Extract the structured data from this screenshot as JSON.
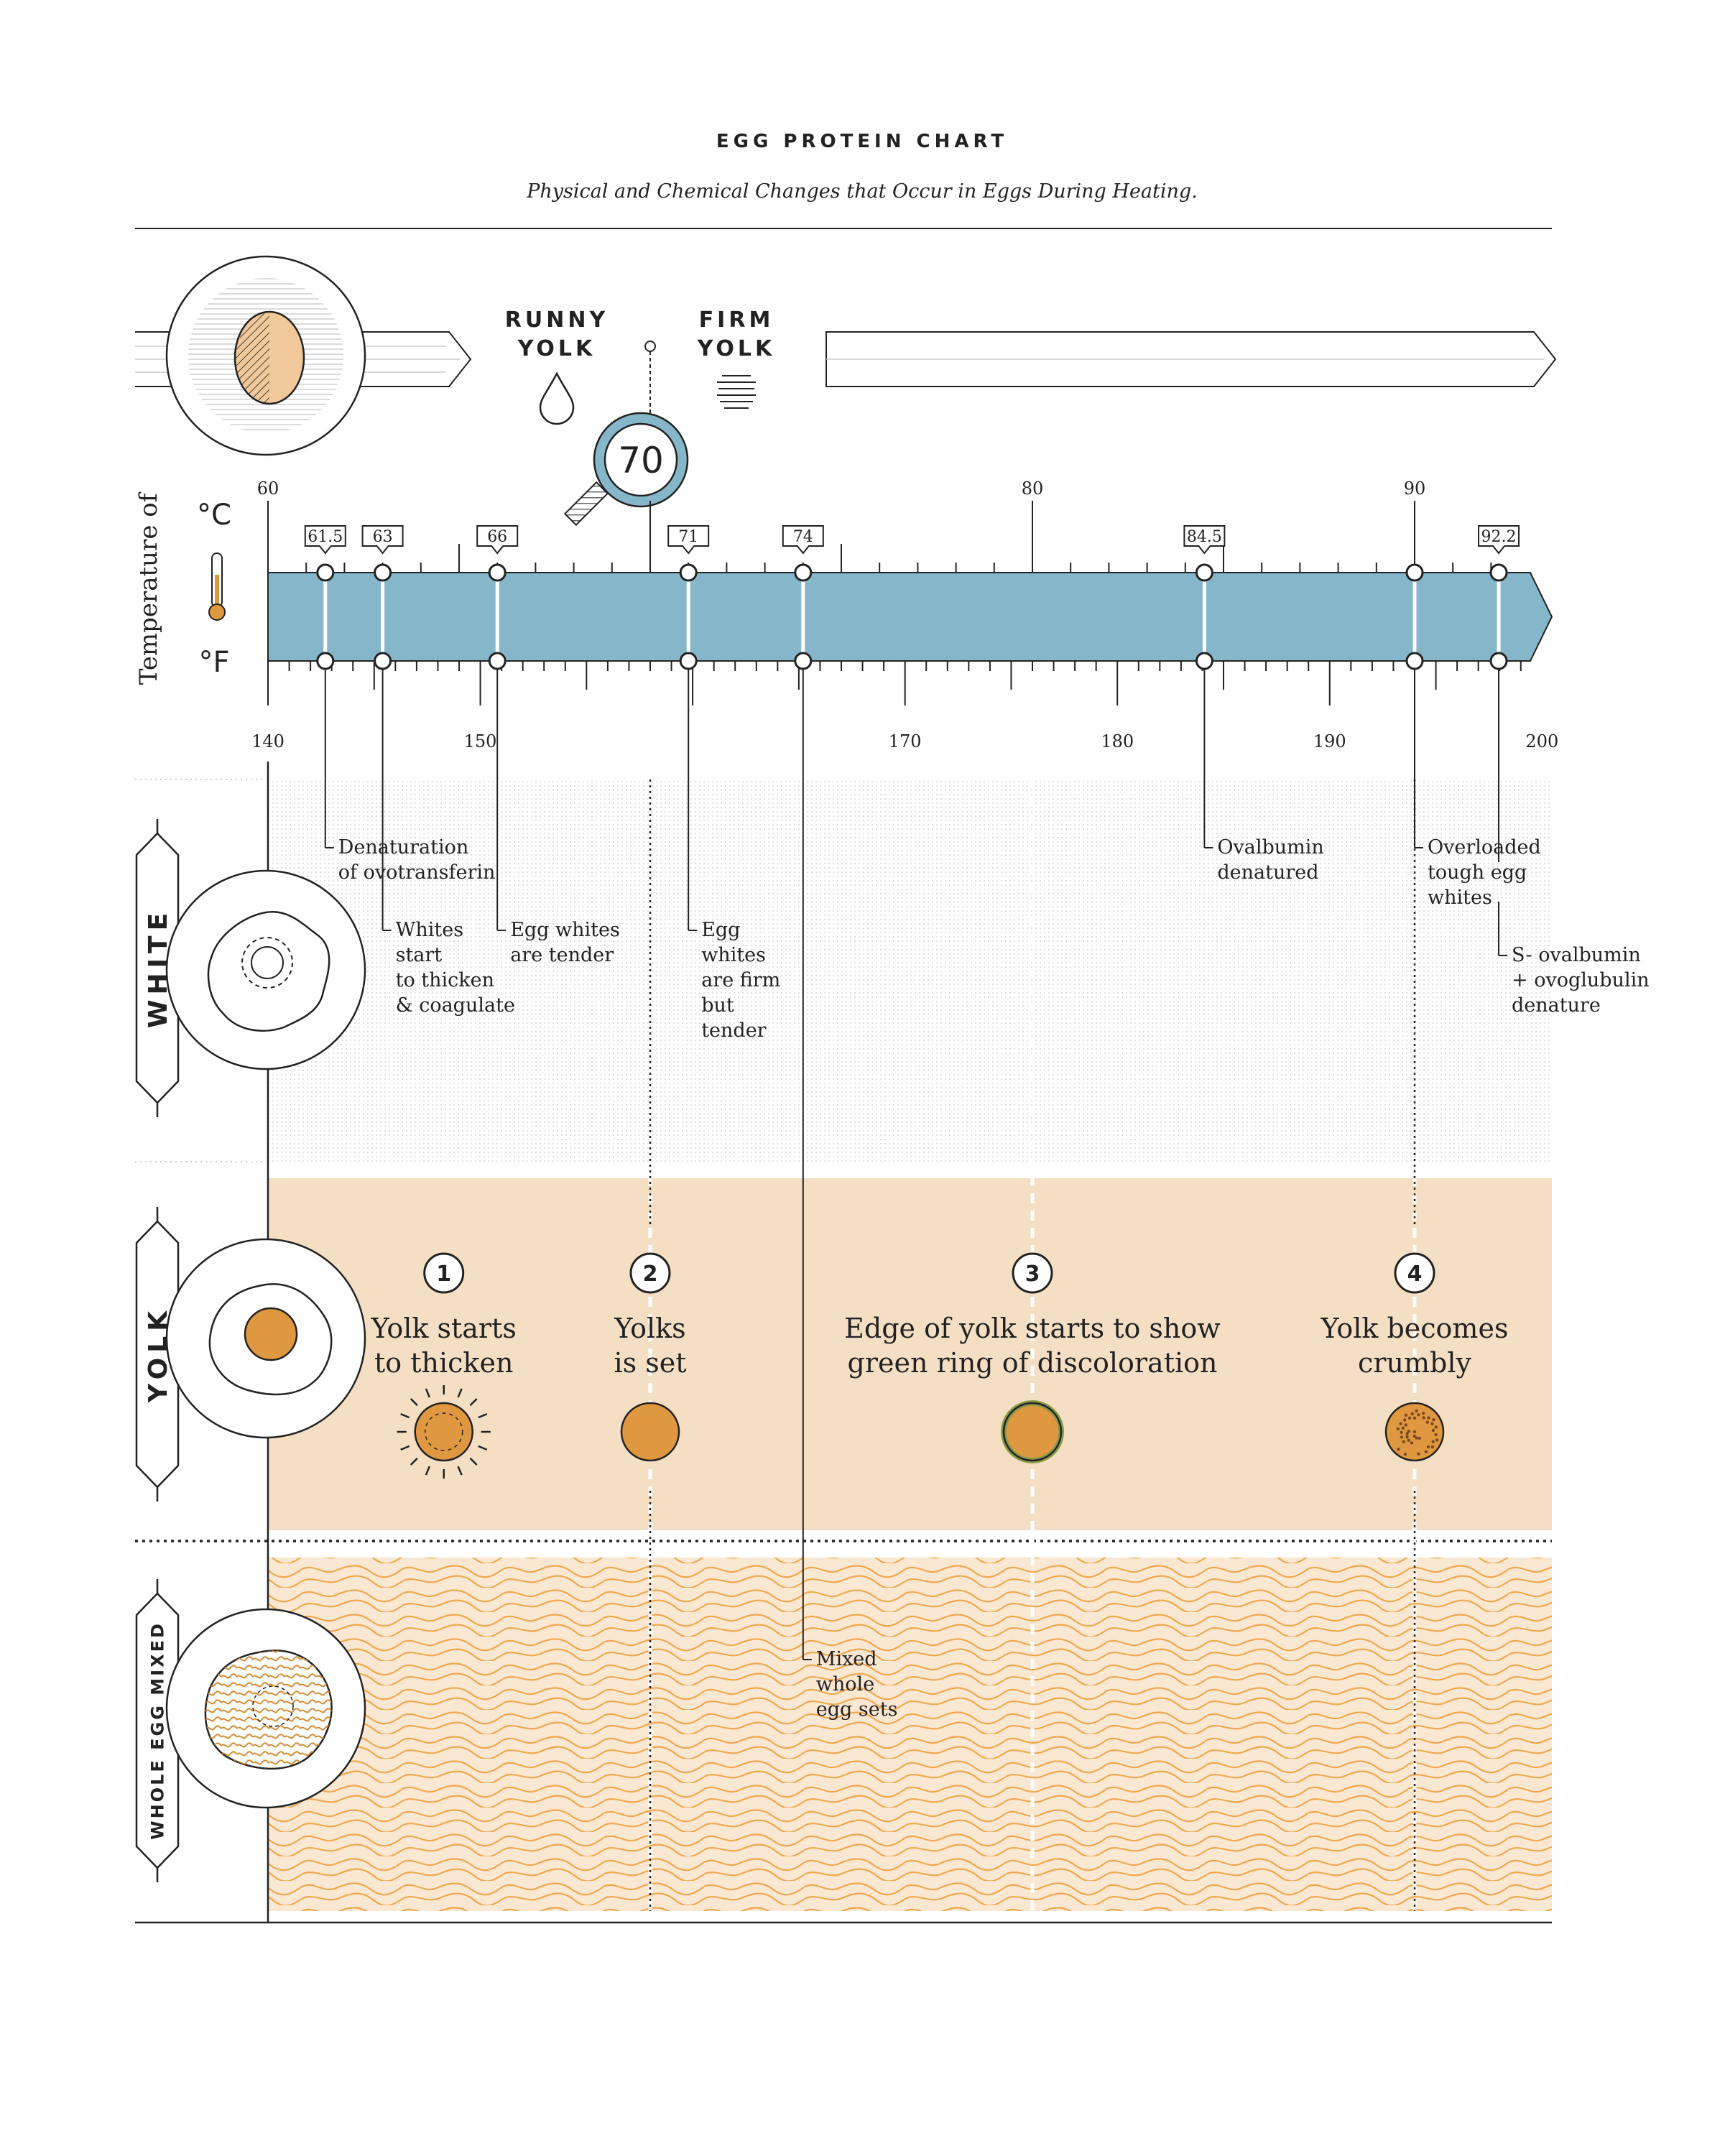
{
  "header": {
    "title": "EGG PROTEIN CHART",
    "subtitle": "Physical and Chemical Changes that Occur in Eggs During Heating."
  },
  "legend": {
    "runny": [
      "RUNNY",
      "YOLK"
    ],
    "firm": [
      "FIRM",
      "YOLK"
    ],
    "magnifier_value": "70"
  },
  "axis": {
    "title": "Temperature of",
    "celsius_symbol": "°C",
    "fahrenheit_symbol": "°F",
    "c_labels": [
      {
        "v": 60,
        "t": "60"
      },
      {
        "v": 80,
        "t": "80"
      },
      {
        "v": 90,
        "t": "90"
      }
    ],
    "f_labels": [
      {
        "v": 140,
        "t": "140"
      },
      {
        "v": 150,
        "t": "150"
      },
      {
        "v": 170,
        "t": "170"
      },
      {
        "v": 180,
        "t": "180"
      },
      {
        "v": 190,
        "t": "190"
      },
      {
        "v": 200,
        "t": "200"
      }
    ]
  },
  "chart_data": {
    "type": "timeline",
    "x_unit": "°C",
    "x_range": [
      60,
      93
    ],
    "markers": [
      {
        "c": 61.5,
        "label": "61.5",
        "note": [
          "Denaturation",
          "of ovotransferin"
        ]
      },
      {
        "c": 63,
        "label": "63",
        "note": [
          "Whites",
          "start",
          "to thicken",
          "& coagulate"
        ]
      },
      {
        "c": 66,
        "label": "66",
        "note": [
          "Egg whites",
          "are tender"
        ]
      },
      {
        "c": 71,
        "label": "71",
        "note": [
          "Egg",
          "whites",
          "are firm",
          "but",
          "tender"
        ]
      },
      {
        "c": 74,
        "label": "74",
        "note": [
          "Mixed",
          "whole",
          "egg sets"
        ]
      },
      {
        "c": 84.5,
        "label": "84.5",
        "note": [
          "Ovalbumin",
          "denatured"
        ]
      },
      {
        "c": 90,
        "label": "",
        "note": [
          "Overloaded",
          "tough egg",
          "whites"
        ]
      },
      {
        "c": 92.2,
        "label": "92.2",
        "note": [
          "S- ovalbumin",
          "+ ovoglubulin",
          "denature"
        ]
      }
    ],
    "yolk_stages": [
      {
        "n": "1",
        "lines": [
          "Yolk starts",
          "to thicken"
        ]
      },
      {
        "n": "2",
        "lines": [
          "Yolks",
          "is set"
        ]
      },
      {
        "n": "3",
        "lines": [
          "Edge of yolk starts to show",
          "green ring of discoloration"
        ]
      },
      {
        "n": "4",
        "lines": [
          "Yolk becomes",
          "crumbly"
        ]
      }
    ],
    "rows": [
      "WHITE",
      "YOLK",
      "WHOLE EGG MIXED"
    ]
  },
  "colors": {
    "band": "#86b6c9",
    "yolk_bg": "#f5dfc4",
    "yolk_dot": "#e09840",
    "squiggle": "#f0a850",
    "ink": "#222222",
    "egg": "#f0c89a"
  }
}
